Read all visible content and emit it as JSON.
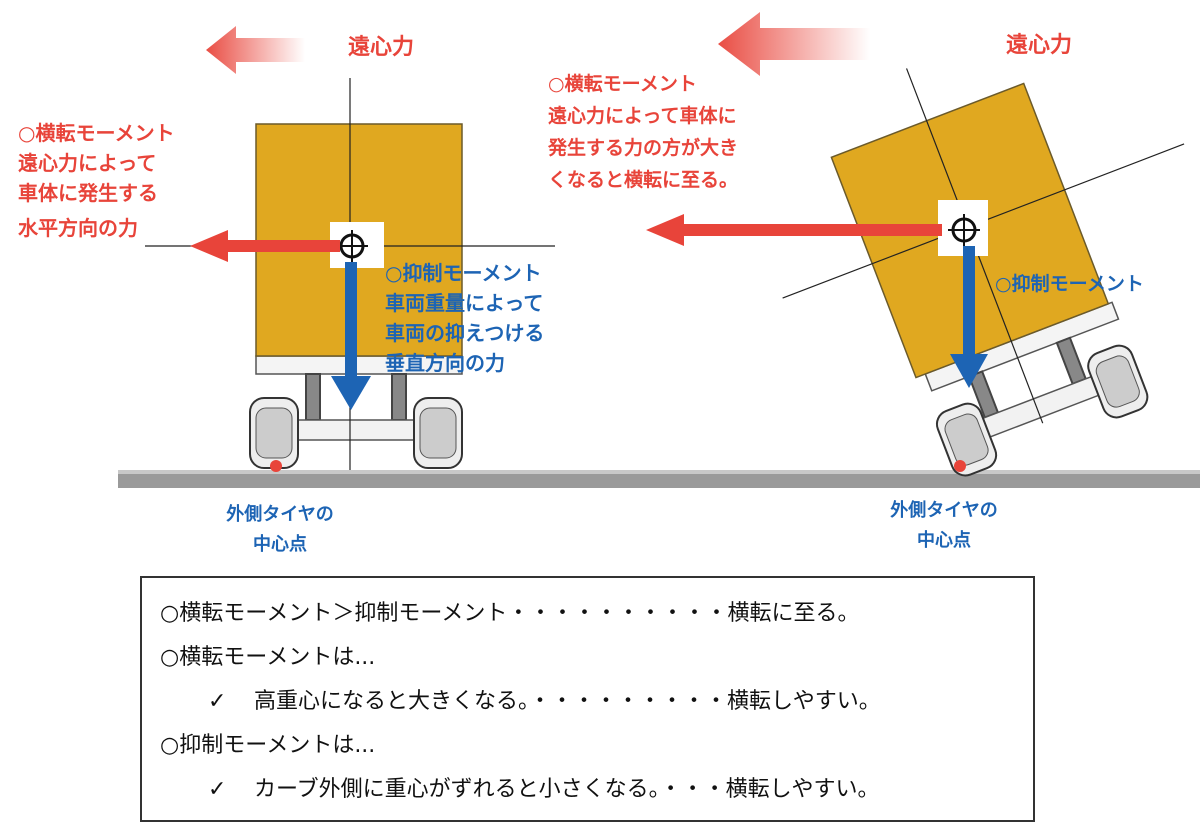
{
  "left_figure": {
    "centrifugal_label": "遠心力",
    "overturn_lines": [
      "○横転モーメント",
      "遠心力によって",
      "車体に発生する",
      "水平方向の力"
    ],
    "restrain_lines": [
      "○抑制モーメント",
      "車両重量によって",
      "車両の抑えつける",
      "垂直方向の力"
    ],
    "tire_label_lines": [
      "外側タイヤの",
      "中心点"
    ]
  },
  "right_figure": {
    "centrifugal_label": "遠心力",
    "overturn_lines": [
      "○横転モーメント",
      "遠心力によって車体に",
      "発生する力の方が大き",
      "くなると横転に至る。"
    ],
    "restrain_label": "○抑制モーメント",
    "tire_label_lines": [
      "外側タイヤの",
      "中心点"
    ]
  },
  "summary": {
    "line1": "○横転モーメント＞抑制モーメント・・・・・・・・・・横転に至る。",
    "line2": "○横転モーメントは...",
    "line3_check": "✓",
    "line3": "高重心になると大きくなる。・・・・・・・・・横転しやすい。",
    "line4": "○抑制モーメントは...",
    "line5_check": "✓",
    "line5": "カーブ外側に重心がずれると小さくなる。・・・横転しやすい。"
  },
  "colors": {
    "box": "#e0a820",
    "red_arrow": "#e8443a",
    "blue_arrow": "#1d64b4",
    "ground": "#8e8e8e"
  }
}
